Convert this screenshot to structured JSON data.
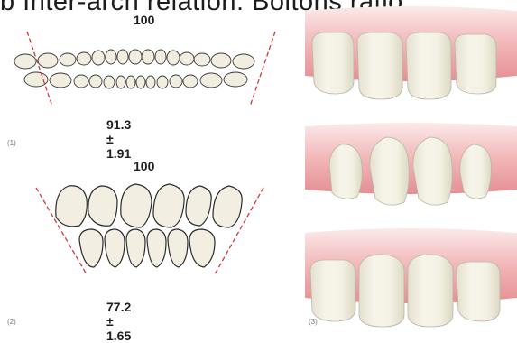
{
  "header": {
    "title_fragment": "b  Inter-arch relation: Boltons ratio"
  },
  "left_top": {
    "top_value": "100",
    "bottom_value": "91.3 ± 1.91",
    "figure_number": "(1)"
  },
  "left_bottom": {
    "top_value": "100",
    "bottom_value": "77.2 ± 1.65",
    "figure_number": "(2)"
  },
  "right": {
    "figure_number": "(3)"
  },
  "colors": {
    "guide_line": "#d23a3a",
    "gum": "#e58f93",
    "tooth_fill": "#f2efe2"
  }
}
